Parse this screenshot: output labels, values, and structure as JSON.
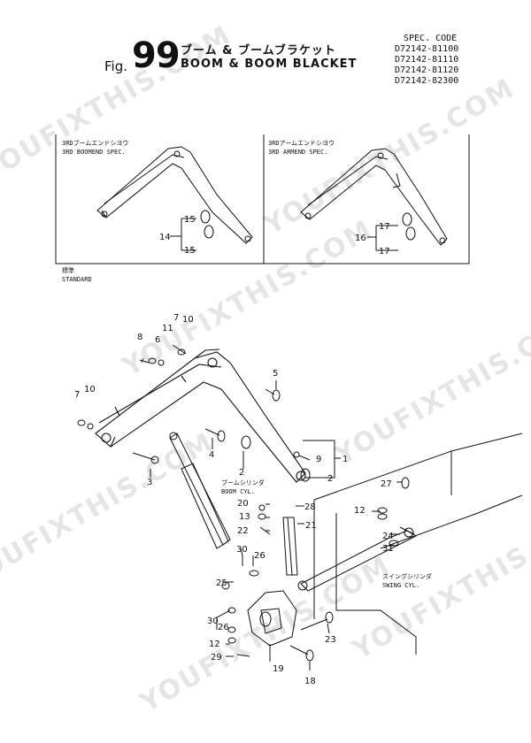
{
  "header": {
    "fig_label": "Fig.",
    "fig_number": "99",
    "title_jp": "ブーム & ブームブラケット",
    "title_en": "BOOM & BOOM BLACKET",
    "spec_title": "SPEC. CODE",
    "spec_codes": [
      "D72142-81100",
      "D72142-81110",
      "D72142-81120",
      "D72142-82300"
    ]
  },
  "panels": {
    "left": {
      "caption_jp": "3RDブームエンドシヨウ",
      "caption_en": "3RD BOOMEND SPEC."
    },
    "right": {
      "caption_jp": "3RDアームエンドシヨウ",
      "caption_en": "3RD ARMEND SPEC."
    }
  },
  "standard": {
    "jp": "標準",
    "en": "STANDARD"
  },
  "labels": {
    "boom_cyl_jp": "ブームシリンダ",
    "boom_cyl_en": "BOOM CYL.",
    "swing_cyl_jp": "スイングシリンダ",
    "swing_cyl_en": "SWING CYL."
  },
  "part_numbers": {
    "p14": "14",
    "p15a": "15",
    "p15b": "15",
    "p16": "16",
    "p17a": "17",
    "p17b": "17",
    "p1": "1",
    "p2a": "2",
    "p2b": "2",
    "p3": "3",
    "p4": "4",
    "p5": "5",
    "p6": "6",
    "p7a": "7",
    "p7b": "7",
    "p8": "8",
    "p9": "9",
    "p10a": "10",
    "p10b": "10",
    "p11": "11",
    "p12a": "12",
    "p12b": "12",
    "p13": "13",
    "p18": "18",
    "p19": "19",
    "p20": "20",
    "p21": "21",
    "p22": "22",
    "p23": "23",
    "p24": "24",
    "p25": "25",
    "p26a": "26",
    "p26b": "26",
    "p27": "27",
    "p28": "28",
    "p29": "29",
    "p30a": "30",
    "p30b": "30",
    "p31": "31"
  },
  "watermark": "YOUFIXTHIS.COM"
}
